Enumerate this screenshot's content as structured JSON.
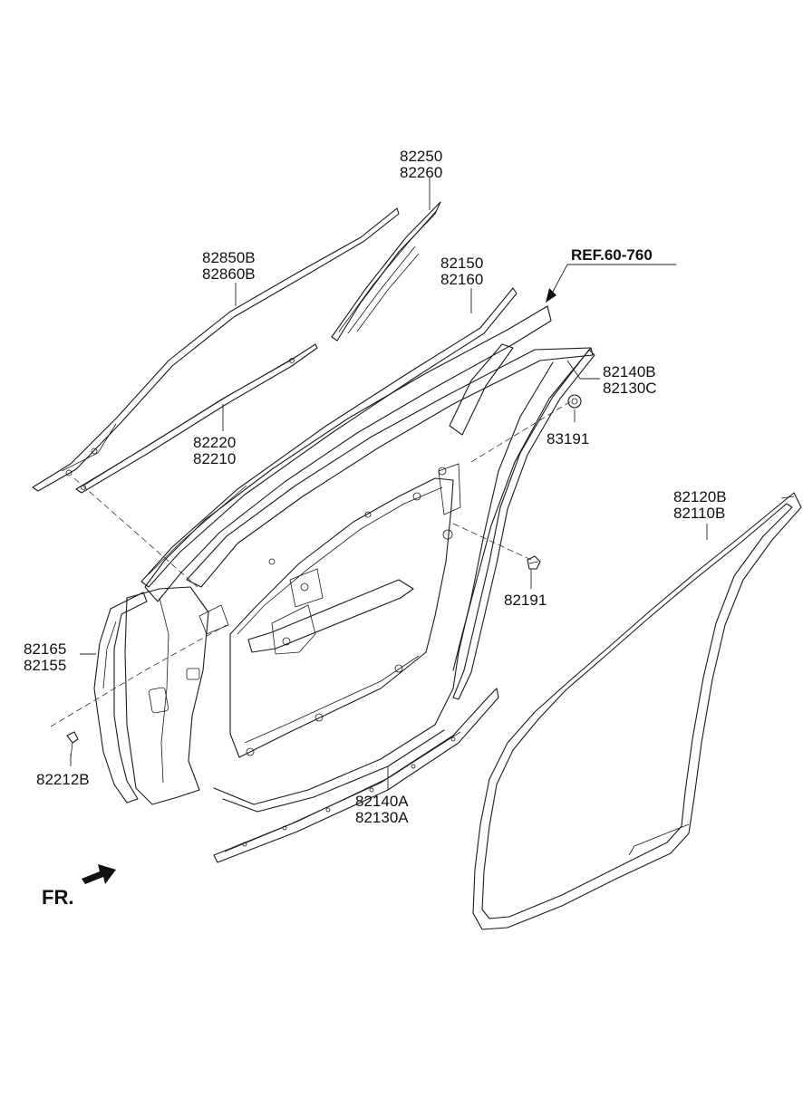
{
  "reference": "REF.60-760",
  "direction_label": "FR.",
  "callouts": [
    {
      "id": "c1",
      "lines": [
        "82250",
        "82260"
      ]
    },
    {
      "id": "c2",
      "lines": [
        "82850B",
        "82860B"
      ]
    },
    {
      "id": "c3",
      "lines": [
        "82150",
        "82160"
      ]
    },
    {
      "id": "c4",
      "lines": [
        "82220",
        "82210"
      ]
    },
    {
      "id": "c5",
      "lines": [
        "82140B",
        "82130C"
      ]
    },
    {
      "id": "c6",
      "lines": [
        "83191"
      ]
    },
    {
      "id": "c7",
      "lines": [
        "82120B",
        "82110B"
      ]
    },
    {
      "id": "c8",
      "lines": [
        "82191"
      ]
    },
    {
      "id": "c9",
      "lines": [
        "82165",
        "82155"
      ]
    },
    {
      "id": "c10",
      "lines": [
        "82212B"
      ]
    },
    {
      "id": "c11",
      "lines": [
        "82140A",
        "82130A"
      ]
    }
  ],
  "icons": {
    "direction": "arrow-left-down-icon"
  }
}
